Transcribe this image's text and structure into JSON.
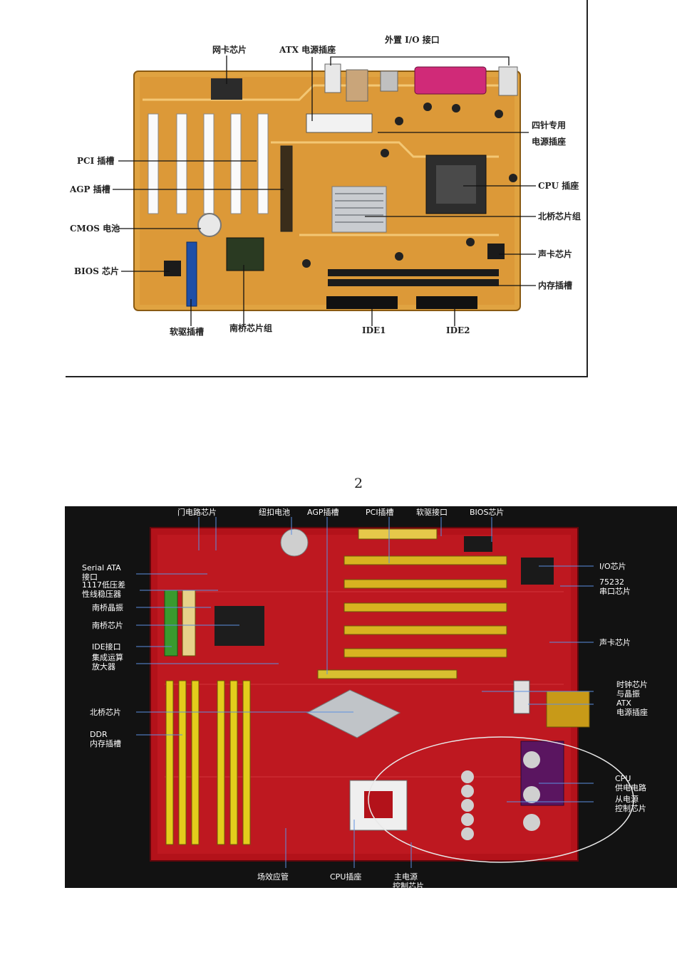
{
  "figure1": {
    "labels": {
      "nic_chip": "网卡芯片",
      "atx_power": "ATX 电源插座",
      "external_io": "外置 I/O 接口",
      "four_pin_power": "四针专用\n电源插座",
      "pci_slot": "PCI 插槽",
      "agp_slot": "AGP 插槽",
      "cmos_battery": "CMOS 电池",
      "bios_chip": "BIOS 芯片",
      "cpu_socket": "CPU 插座",
      "northbridge": "北桥芯片组",
      "sound_chip": "声卡芯片",
      "memory_slot": "内存插槽",
      "floppy_slot": "软驱插槽",
      "southbridge": "南桥芯片组",
      "ide1": "IDE1",
      "ide2": "IDE2"
    }
  },
  "page_number": "2",
  "figure2": {
    "labels": {
      "gate_circuit": "门电路芯片",
      "button_battery": "纽扣电池",
      "agp_slot": "AGP插槽",
      "pci_slot": "PCI插槽",
      "floppy_port": "软驱接口",
      "bios_chip": "BIOS芯片",
      "serial_ata": "Serial ATA\n接口",
      "ldo_1117": "1117低压差\n性线稳压器",
      "sb_crystal": "南桥晶振",
      "sb_chip": "南桥芯片",
      "ide_port": "IDE接口",
      "op_amp": "集成运算\n放大器",
      "nb_chip": "北桥芯片",
      "ddr_slot": "DDR\n内存插槽",
      "io_chip": "I/O芯片",
      "serial_75232": "75232\n串口芯片",
      "sound_chip": "声卡芯片",
      "clock_chip": "时钟芯片\n与晶振",
      "atx_power": "ATX\n电源插座",
      "cpu_power": "CPU\n供电电路",
      "slave_power": "从电源\n控制芯片",
      "mosfet": "场效应管",
      "cpu_socket": "CPU插座",
      "main_power": "主电源\n控制芯片"
    }
  }
}
